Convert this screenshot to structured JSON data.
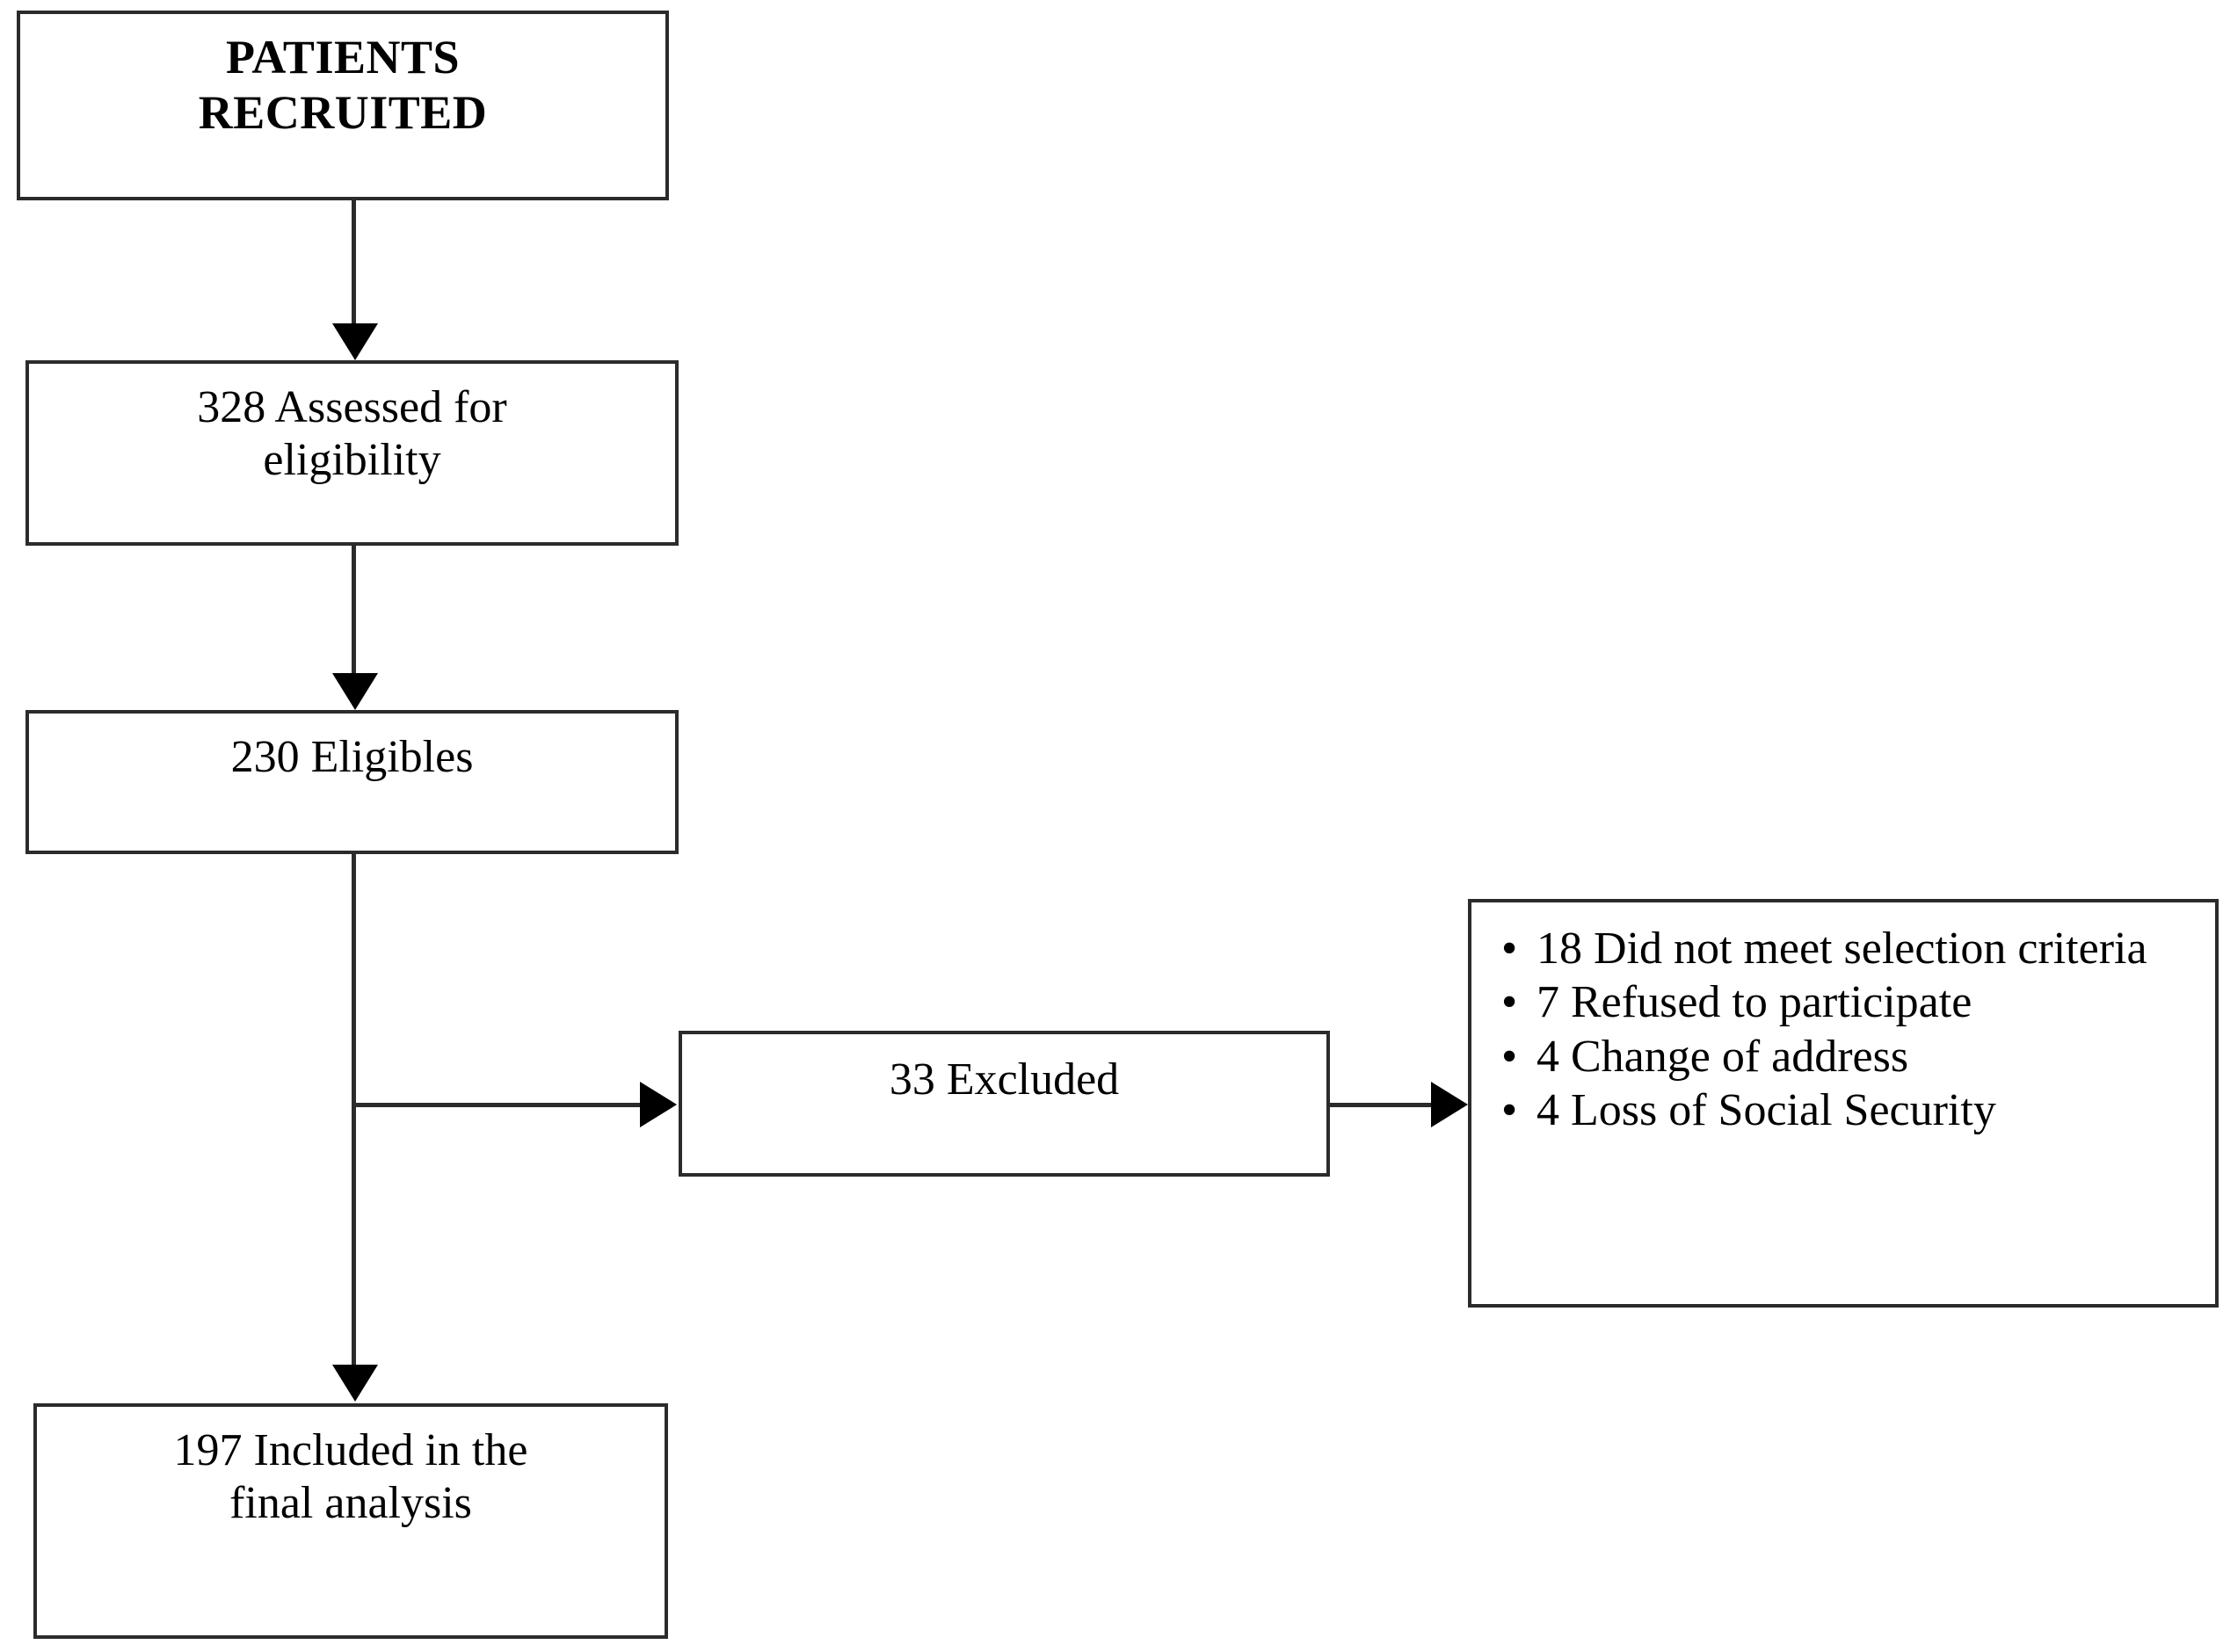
{
  "diagram": {
    "type": "flowchart",
    "title": "Patient recruitment and selection flow",
    "nodes": {
      "recruited": {
        "label": "PATIENTS\nRECRUITED"
      },
      "assessed": {
        "label": "328 Assessed for\neligibility",
        "count": 328
      },
      "eligibles": {
        "label": "230 Eligibles",
        "count": 230
      },
      "excluded": {
        "label": "33 Excluded",
        "count": 33
      },
      "included": {
        "label": "197 Included in the\nfinal analysis",
        "count": 197
      },
      "reasons": {
        "items": [
          {
            "label": "18 Did not meet selection criteria",
            "count": 18
          },
          {
            "label": "7 Refused to participate",
            "count": 7
          },
          {
            "label": "4 Change of address",
            "count": 4
          },
          {
            "label": "4 Loss of Social Security",
            "count": 4
          }
        ]
      }
    },
    "colors": {
      "border": "#2b2b2b",
      "text": "#000000",
      "background": "#ffffff",
      "connector": "#2b2b2b"
    }
  }
}
